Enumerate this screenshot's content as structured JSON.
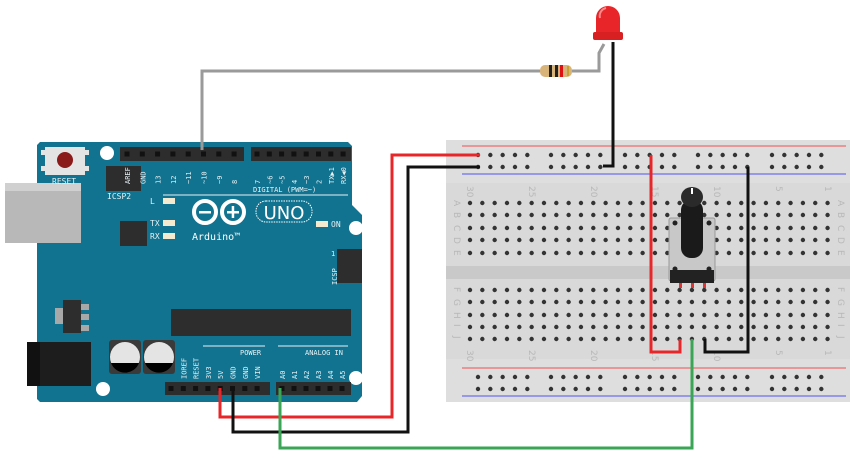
{
  "arduino": {
    "reset_label": "RESET",
    "icsp2_label": "ICSP2",
    "icsp_label": "ICSP",
    "icsp_pin1": "1",
    "digital_label": "DIGITAL (PWM=~)",
    "digital_pins_a": [
      "AREF",
      "GND",
      "13",
      "12",
      "~11",
      "~10",
      "~9",
      "8"
    ],
    "digital_pins_b": [
      "7",
      "~6",
      "~5",
      "4",
      "~3",
      "2",
      "TX▶1",
      "RX◀0"
    ],
    "led_l": "L",
    "led_tx": "TX",
    "led_rx": "RX",
    "led_on": "ON",
    "brand": "Arduino™",
    "model": "UNO",
    "power_label": "POWER",
    "power_pins": [
      "IOREF",
      "RESET",
      "3V3",
      "5V",
      "GND",
      "GND",
      "VIN"
    ],
    "analog_label": "ANALOG IN",
    "analog_pins": [
      "A0",
      "A1",
      "A2",
      "A3",
      "A4",
      "A5"
    ],
    "board_color": "#11738f"
  },
  "breadboard": {
    "column_numbers": [
      "30",
      "25",
      "20",
      "15",
      "10",
      "5",
      "1"
    ],
    "row_letters_top": [
      "A",
      "B",
      "C",
      "D",
      "E"
    ],
    "row_letters_bottom": [
      "F",
      "G",
      "H",
      "I",
      "J"
    ]
  },
  "components": {
    "led_color": "#e8262a",
    "resistor": "resistor",
    "potentiometer": "potentiometer"
  },
  "wires": {
    "signal_color": "#9a9a9a",
    "power_color": "#e8262a",
    "ground_color": "#111111",
    "analog_color": "#3aa655"
  }
}
